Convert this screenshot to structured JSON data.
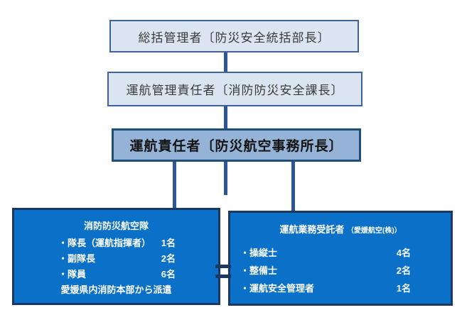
{
  "diagram": {
    "top_box": {
      "label": "総括管理者〔防災安全統括部長〕"
    },
    "manager_box": {
      "label": "運航管理責任者〔消防防災安全課長〕"
    },
    "director_box": {
      "label": "運航責任者〔防災航空事務所長〕"
    },
    "air_corps_box": {
      "title": "消防防災航空隊",
      "rows": [
        {
          "label": "・隊長（運航指揮者）",
          "count": "1名"
        },
        {
          "label": "・副隊長",
          "count": "2名"
        },
        {
          "label": "・隊員",
          "count": "6名"
        }
      ],
      "footer": "愛媛県内消防本部から派遣"
    },
    "contractor_box": {
      "title": "運航業務受託者",
      "title_note": "（愛媛航空(株)）",
      "rows": [
        {
          "label": "・操縦士",
          "count": "4名"
        },
        {
          "label": "・整備士",
          "count": "2名"
        },
        {
          "label": "・運航安全管理者",
          "count": "1名"
        }
      ]
    },
    "colors": {
      "light_fill": "#dbe5f1",
      "light_border": "#40639e",
      "mid_fill": "#95b3d7",
      "mid_border": "#1f4e79",
      "dark_fill": "#0b70c7",
      "dark_border": "#1b3763",
      "connector": "#2c5697"
    }
  }
}
